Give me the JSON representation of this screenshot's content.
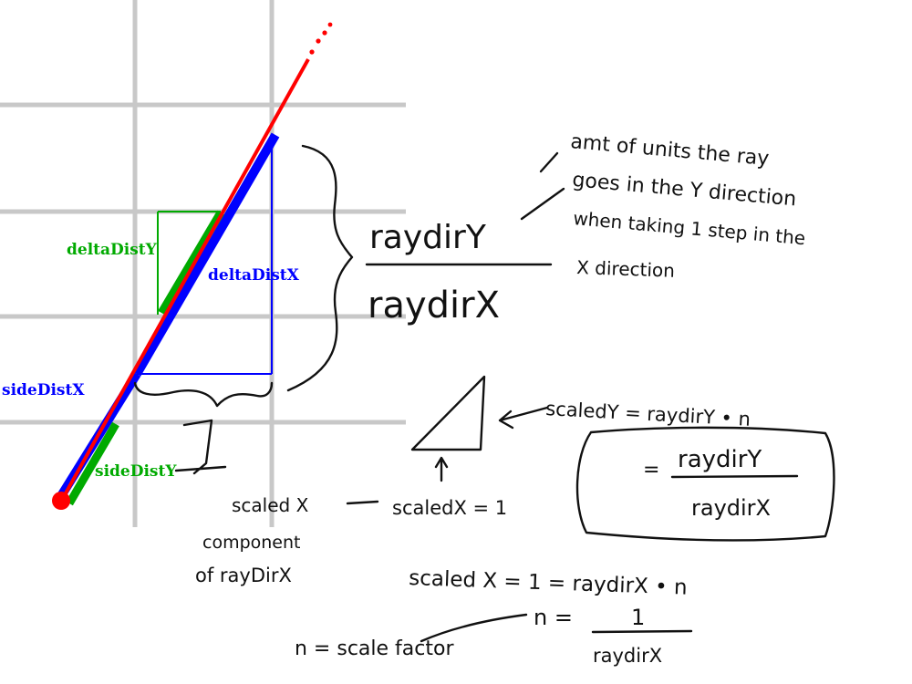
{
  "colors": {
    "grid": "#c8c8c8",
    "ray": "#ff0000",
    "delta_x": "#0000ff",
    "delta_y": "#00aa00",
    "ink": "#111111",
    "background": "#ffffff"
  },
  "diagram": {
    "labels": {
      "delta_dist_y": "deltaDistY",
      "delta_dist_x": "deltaDistX",
      "side_dist_x": "sideDistX",
      "side_dist_y": "sideDistY"
    }
  },
  "notes": {
    "fraction_top": "raydirY",
    "fraction_bottom": "raydirX",
    "explain_line1": "amt of units the ray",
    "explain_line2": "goes in the Y direction",
    "explain_line3": "when taking 1 step in the",
    "explain_line4": "X direction",
    "scaled_y_eq": "scaledY = raydirY • n",
    "boxed_eq_sign": "=",
    "boxed_num": "raydirY",
    "boxed_den": "raydirX",
    "scaled_x_label": "scaled X",
    "component_line1": "component",
    "component_line2": "of rayDirX",
    "scaled_x_eq1": "scaledX = 1",
    "scaled_x_eq2": "scaled X = 1 = raydirX • n",
    "n_eq": "n =",
    "n_num": "1",
    "n_den": "raydirX",
    "scale_factor": "n = scale factor"
  }
}
